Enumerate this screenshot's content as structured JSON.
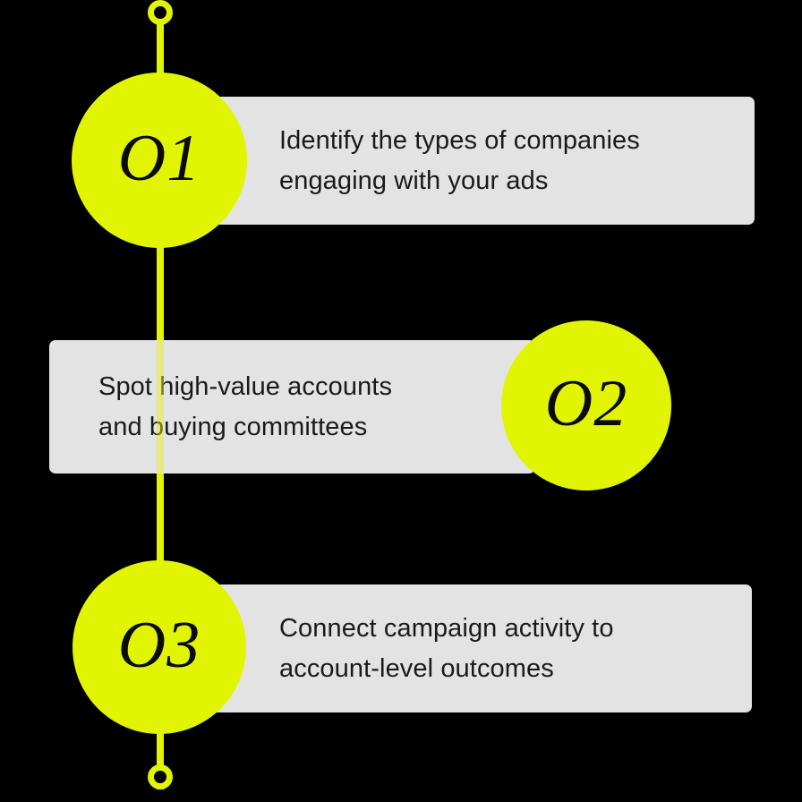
{
  "theme": {
    "background": "#000000",
    "accent": "#e1f502",
    "panel_bg": "#e3e3e3",
    "panel_text": "#1a1a1a",
    "number_text": "#0a0a0a"
  },
  "connector": {
    "name": "vertical-timeline-spine",
    "top_marker": "ring-marker",
    "bottom_marker": "ring-marker"
  },
  "steps": [
    {
      "number": "O1",
      "text": "Identify the types of companies\nengaging with your ads",
      "circle_side": "left"
    },
    {
      "number": "O2",
      "text": "Spot high-value accounts\nand buying committees",
      "circle_side": "right"
    },
    {
      "number": "O3",
      "text": "Connect campaign activity to\naccount-level outcomes",
      "circle_side": "left"
    }
  ]
}
